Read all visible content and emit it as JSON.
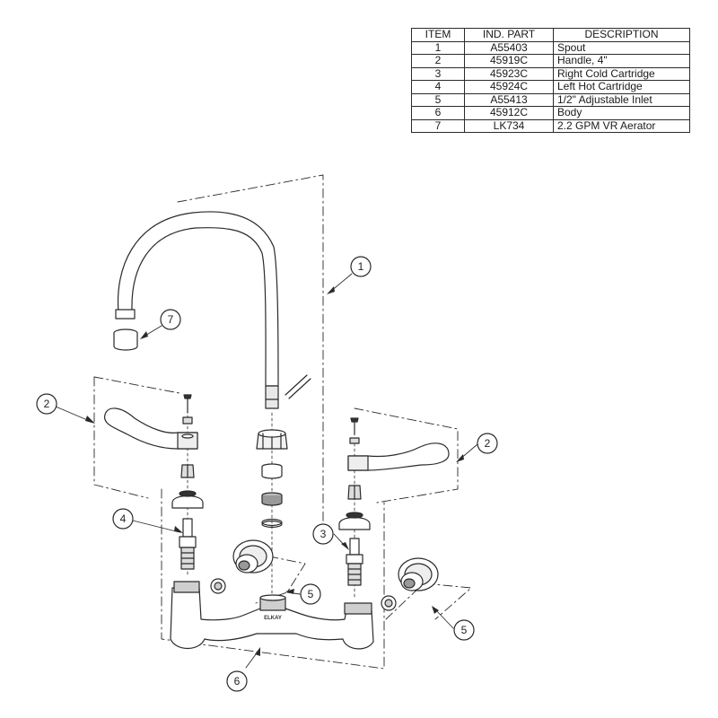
{
  "table": {
    "headers": [
      "ITEM",
      "IND. PART",
      "DESCRIPTION"
    ],
    "rows": [
      {
        "item": "1",
        "part": "A55403",
        "description": "Spout"
      },
      {
        "item": "2",
        "part": "45919C",
        "description": "Handle, 4\""
      },
      {
        "item": "3",
        "part": "45923C",
        "description": "Right Cold Cartridge"
      },
      {
        "item": "4",
        "part": "45924C",
        "description": "Left Hot Cartridge"
      },
      {
        "item": "5",
        "part": "A55413",
        "description": "1/2\" Adjustable Inlet"
      },
      {
        "item": "6",
        "part": "45912C",
        "description": "Body"
      },
      {
        "item": "7",
        "part": "LK734",
        "description": "2.2 GPM VR Aerator"
      }
    ]
  },
  "callouts": {
    "spout": "1",
    "handle_left": "2",
    "handle_right": "2",
    "cartridge_right": "3",
    "cartridge_left": "4",
    "inlet_left": "5",
    "inlet_right": "5",
    "body": "6",
    "aerator": "7"
  },
  "body_stamp": "ELKAY",
  "colors": {
    "line": "#2a2a2a",
    "fill": "#ffffff",
    "shade": "#cfcfcf"
  }
}
